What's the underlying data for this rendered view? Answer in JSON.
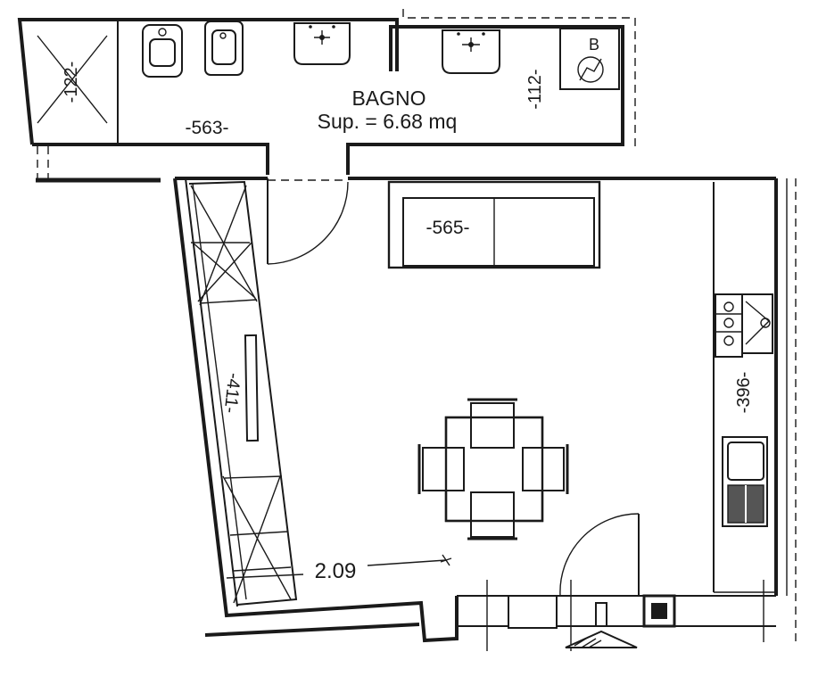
{
  "room": {
    "name": "BAGNO",
    "area": "Sup. = 6.68 mq"
  },
  "dimensions": {
    "shower": "-122-",
    "bath_length": "-563-",
    "bath_right": "-112-",
    "sofa": "-565-",
    "left_wall": "-411-",
    "right_wall": "-396-",
    "diagonal": "2.09"
  },
  "boiler_label": "B"
}
